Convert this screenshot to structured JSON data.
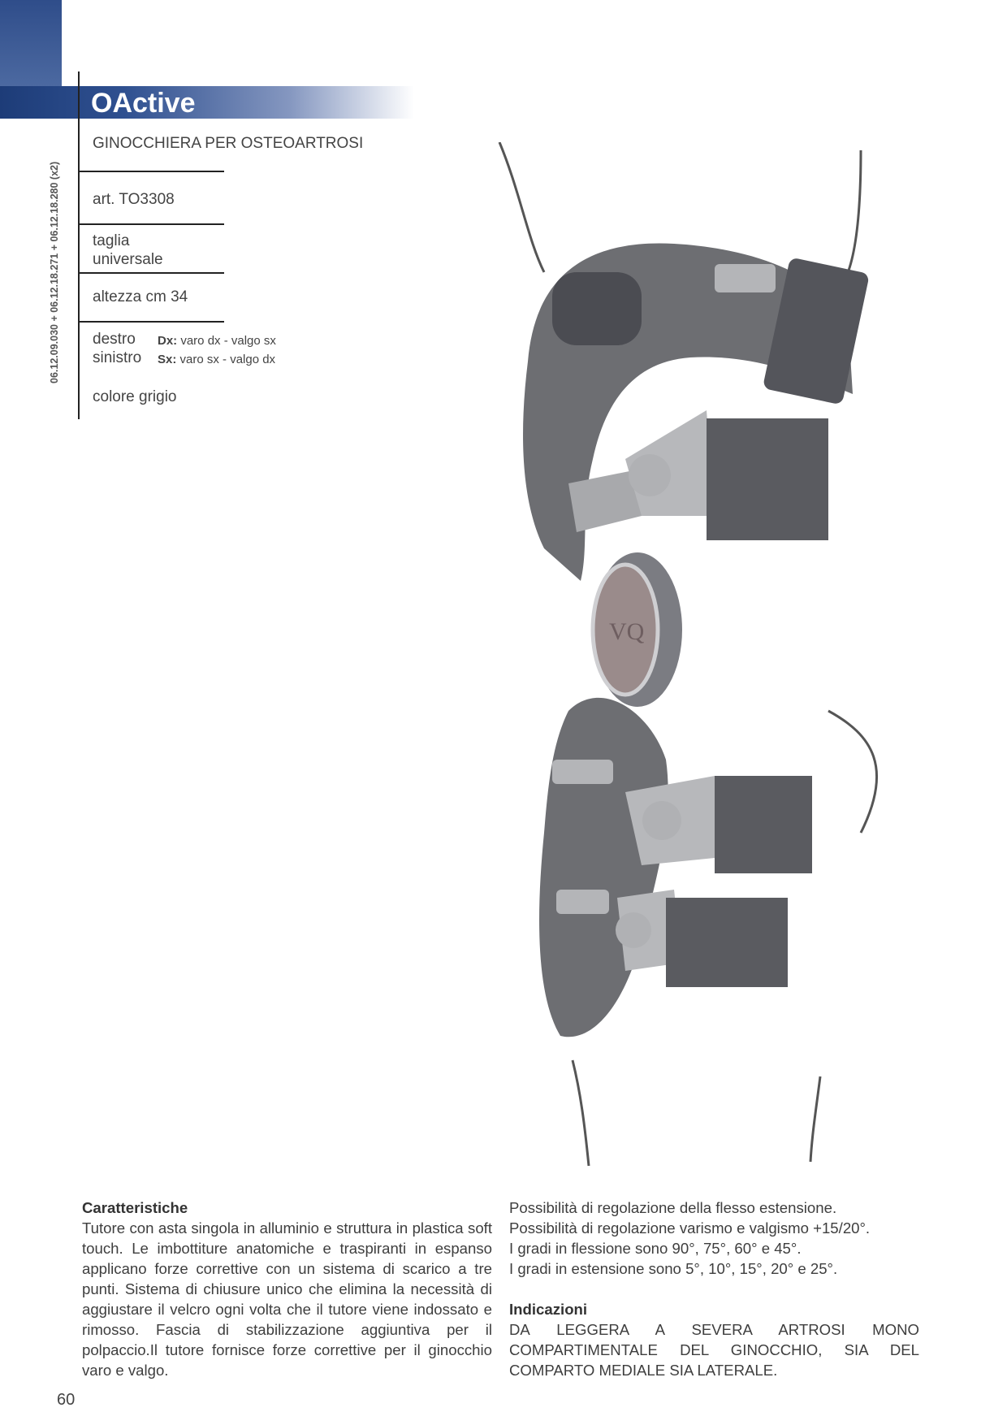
{
  "header": {
    "title": "OActive",
    "subtitle": "GINOCCHIERA PER OSTEOARTROSI",
    "side_codes": "06.12.09.030 + 06.12.18.271 + 06.12.18.280 (x2)"
  },
  "specs": {
    "article": "art. TO3308",
    "size_line1": "taglia",
    "size_line2": "universale",
    "height": "altezza cm 34",
    "right_label": "destro",
    "left_label": "sinistro",
    "dx_key": "Dx:",
    "dx_value": "varo dx - valgo sx",
    "sx_key": "Sx:",
    "sx_value": "varo sx - valgo dx",
    "color": "colore grigio"
  },
  "features": {
    "heading": "Caratteristiche",
    "body": "Tutore con asta singola in alluminio e struttura in plastica soft touch. Le imbottiture anatomiche e traspiranti in espanso applicano forze correttive con un sistema di scarico a tre punti. Sistema di chiusure unico che elimina la necessità di aggiustare il velcro ogni volta che il tutore viene indossato e rimosso. Fascia di stabilizzazione aggiuntiva per il polpaccio.Il tutore fornisce forze correttive  per il ginocchio varo e valgo."
  },
  "adjustments": {
    "line1": "Possibilità di regolazione della flesso estensione.",
    "line2": "Possibilità di regolazione varismo e valgismo +15/20°.",
    "line3": "I gradi in flessione sono 90°, 75°, 60° e 45°.",
    "line4": "I gradi in estensione sono 5°, 10°, 15°, 20° e 25°."
  },
  "indications": {
    "heading": "Indicazioni",
    "body": "DA LEGGERA A SEVERA ARTROSI MONO COMPARTIMENTALE DEL GINOCCHIO, SIA DEL COMPARTO MEDIALE SIA LATERALE."
  },
  "image": {
    "monogram": "VQ"
  },
  "footer": {
    "page_number": "60"
  },
  "colors": {
    "brand_blue": "#1d3c78",
    "brace_gray": "#6d6e72",
    "strap_gray": "#5a5b60"
  }
}
